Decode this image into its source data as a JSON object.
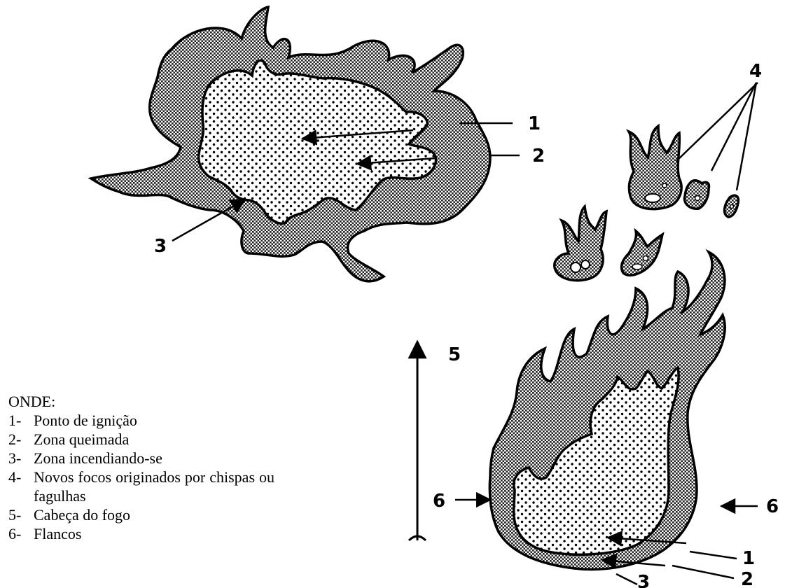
{
  "legend": {
    "title": "ONDE:",
    "items": [
      {
        "num": "1-",
        "text": "Ponto de ignição"
      },
      {
        "num": "2-",
        "text": "Zona queimada"
      },
      {
        "num": "3-",
        "text": "Zona incendiando-se"
      },
      {
        "num": "4-",
        "text": "Novos focos originados por chispas ou fagulhas"
      },
      {
        "num": "5-",
        "text": "Cabeça do fogo"
      },
      {
        "num": "6-",
        "text": "Flancos"
      }
    ]
  },
  "labels": {
    "ignition": "1",
    "burned": "2",
    "burning": "3",
    "spot_fires": "4",
    "head": "5",
    "flanks": "6"
  }
}
